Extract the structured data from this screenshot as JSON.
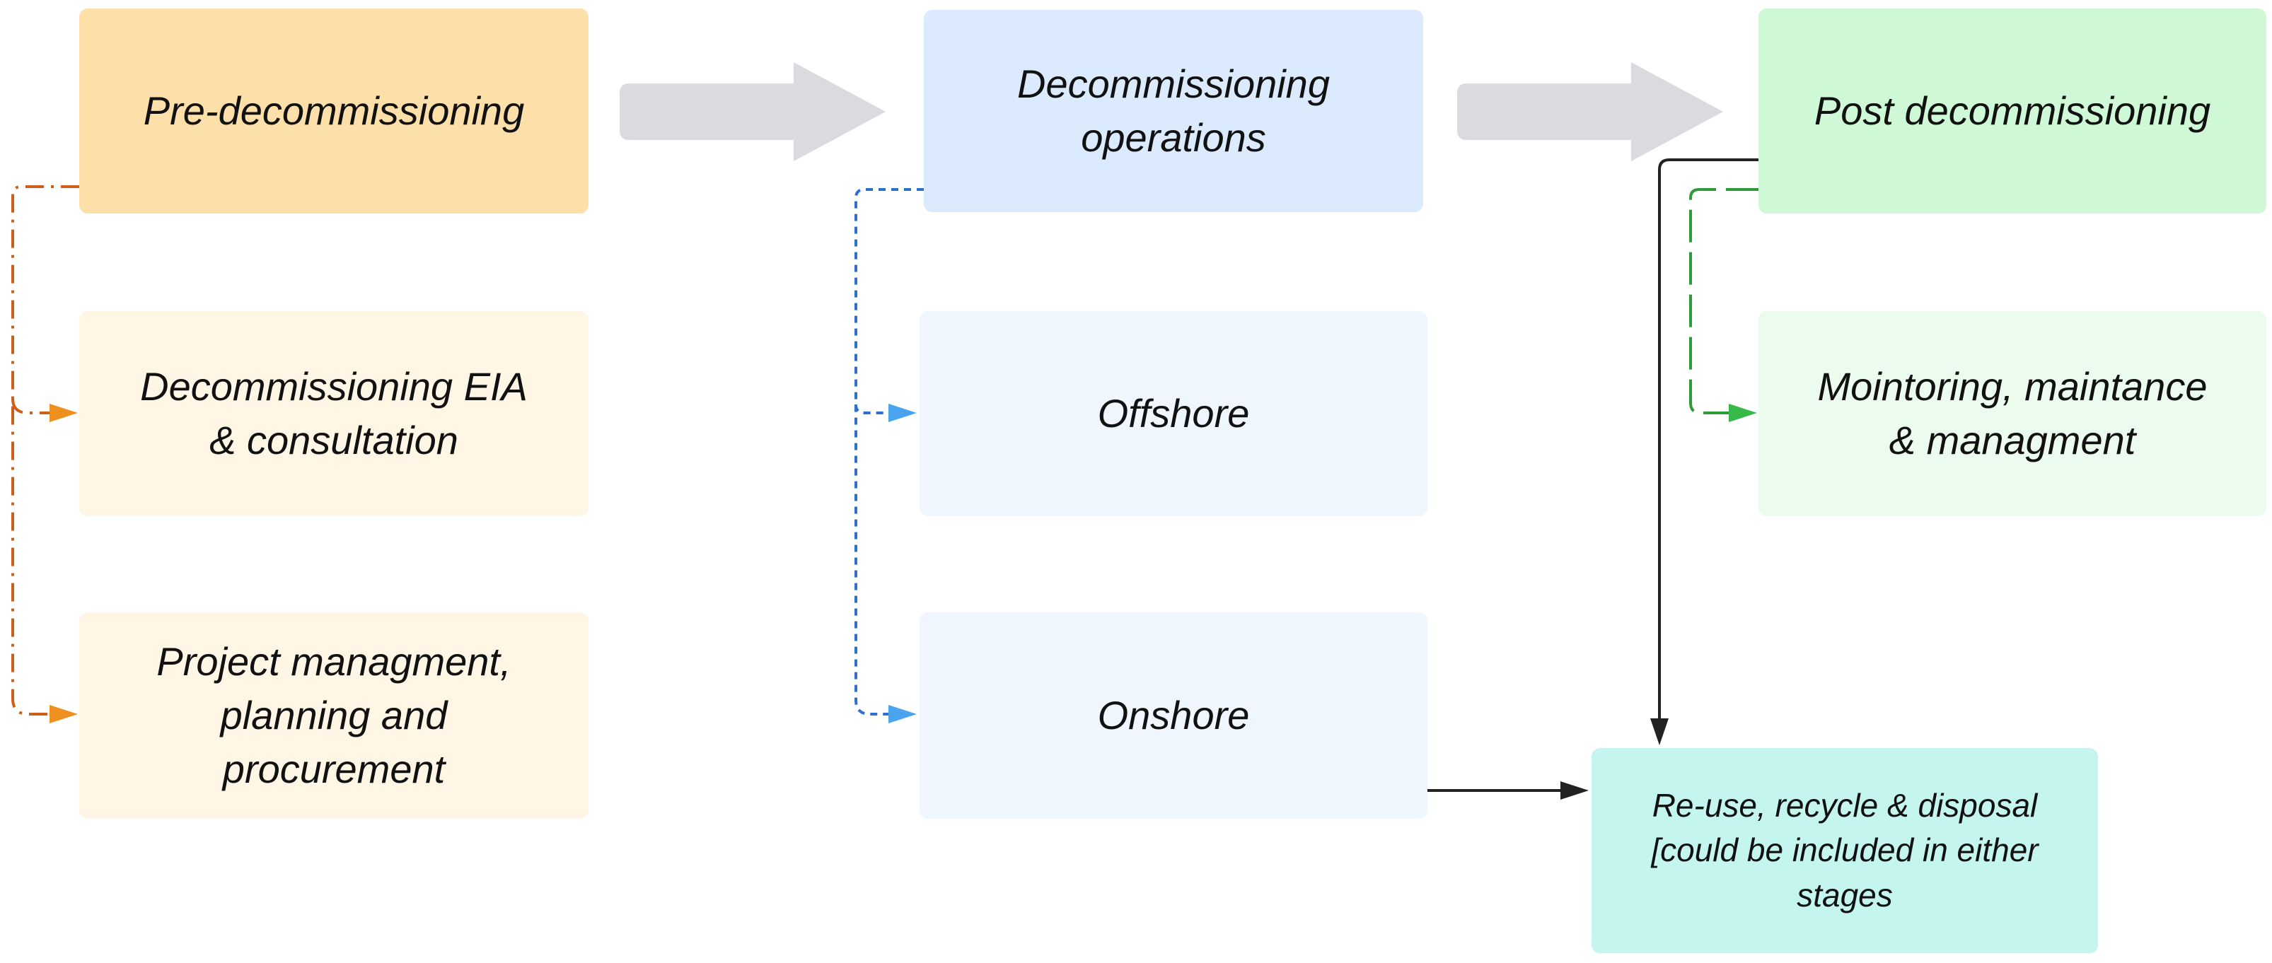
{
  "colors": {
    "pre_main": "#fddfaa",
    "pre_sub": "#fff6e6",
    "ops_main": "#dbeafd",
    "ops_sub": "#eff6fe",
    "post_main": "#cff8d6",
    "post_sub": "#ebfbee",
    "reuse": "#c4f6ef",
    "flow_arrow": "#d9dbdf",
    "pre_connector": "#cc5f1a",
    "pre_arrowhead": "#ef8f1e",
    "ops_connector": "#2f6fd0",
    "ops_arrowhead": "#4aa3ee",
    "post_connector": "#2e9a3a",
    "post_arrowhead": "#37b94a",
    "link_black": "#222222"
  },
  "nodes": {
    "pre": {
      "lines": [
        "Pre-decommissioning"
      ]
    },
    "eia": {
      "lines": [
        "Decommissioning EIA",
        "& consultation"
      ]
    },
    "project": {
      "lines": [
        "Project managment,",
        "planning and",
        "procurement"
      ]
    },
    "ops": {
      "lines": [
        "Decommissioning",
        "operations"
      ]
    },
    "offshore": {
      "lines": [
        "Offshore"
      ]
    },
    "onshore": {
      "lines": [
        "Onshore"
      ]
    },
    "post": {
      "lines": [
        "Post decommissioning"
      ]
    },
    "monitoring": {
      "lines": [
        "Mointoring, maintance",
        "& managment"
      ]
    },
    "reuse": {
      "lines": [
        "Re-use, recycle & disposal",
        "[could be included in either",
        "stages"
      ]
    }
  },
  "flow_icons": [
    "right-arrow-icon",
    "right-arrow-icon"
  ]
}
